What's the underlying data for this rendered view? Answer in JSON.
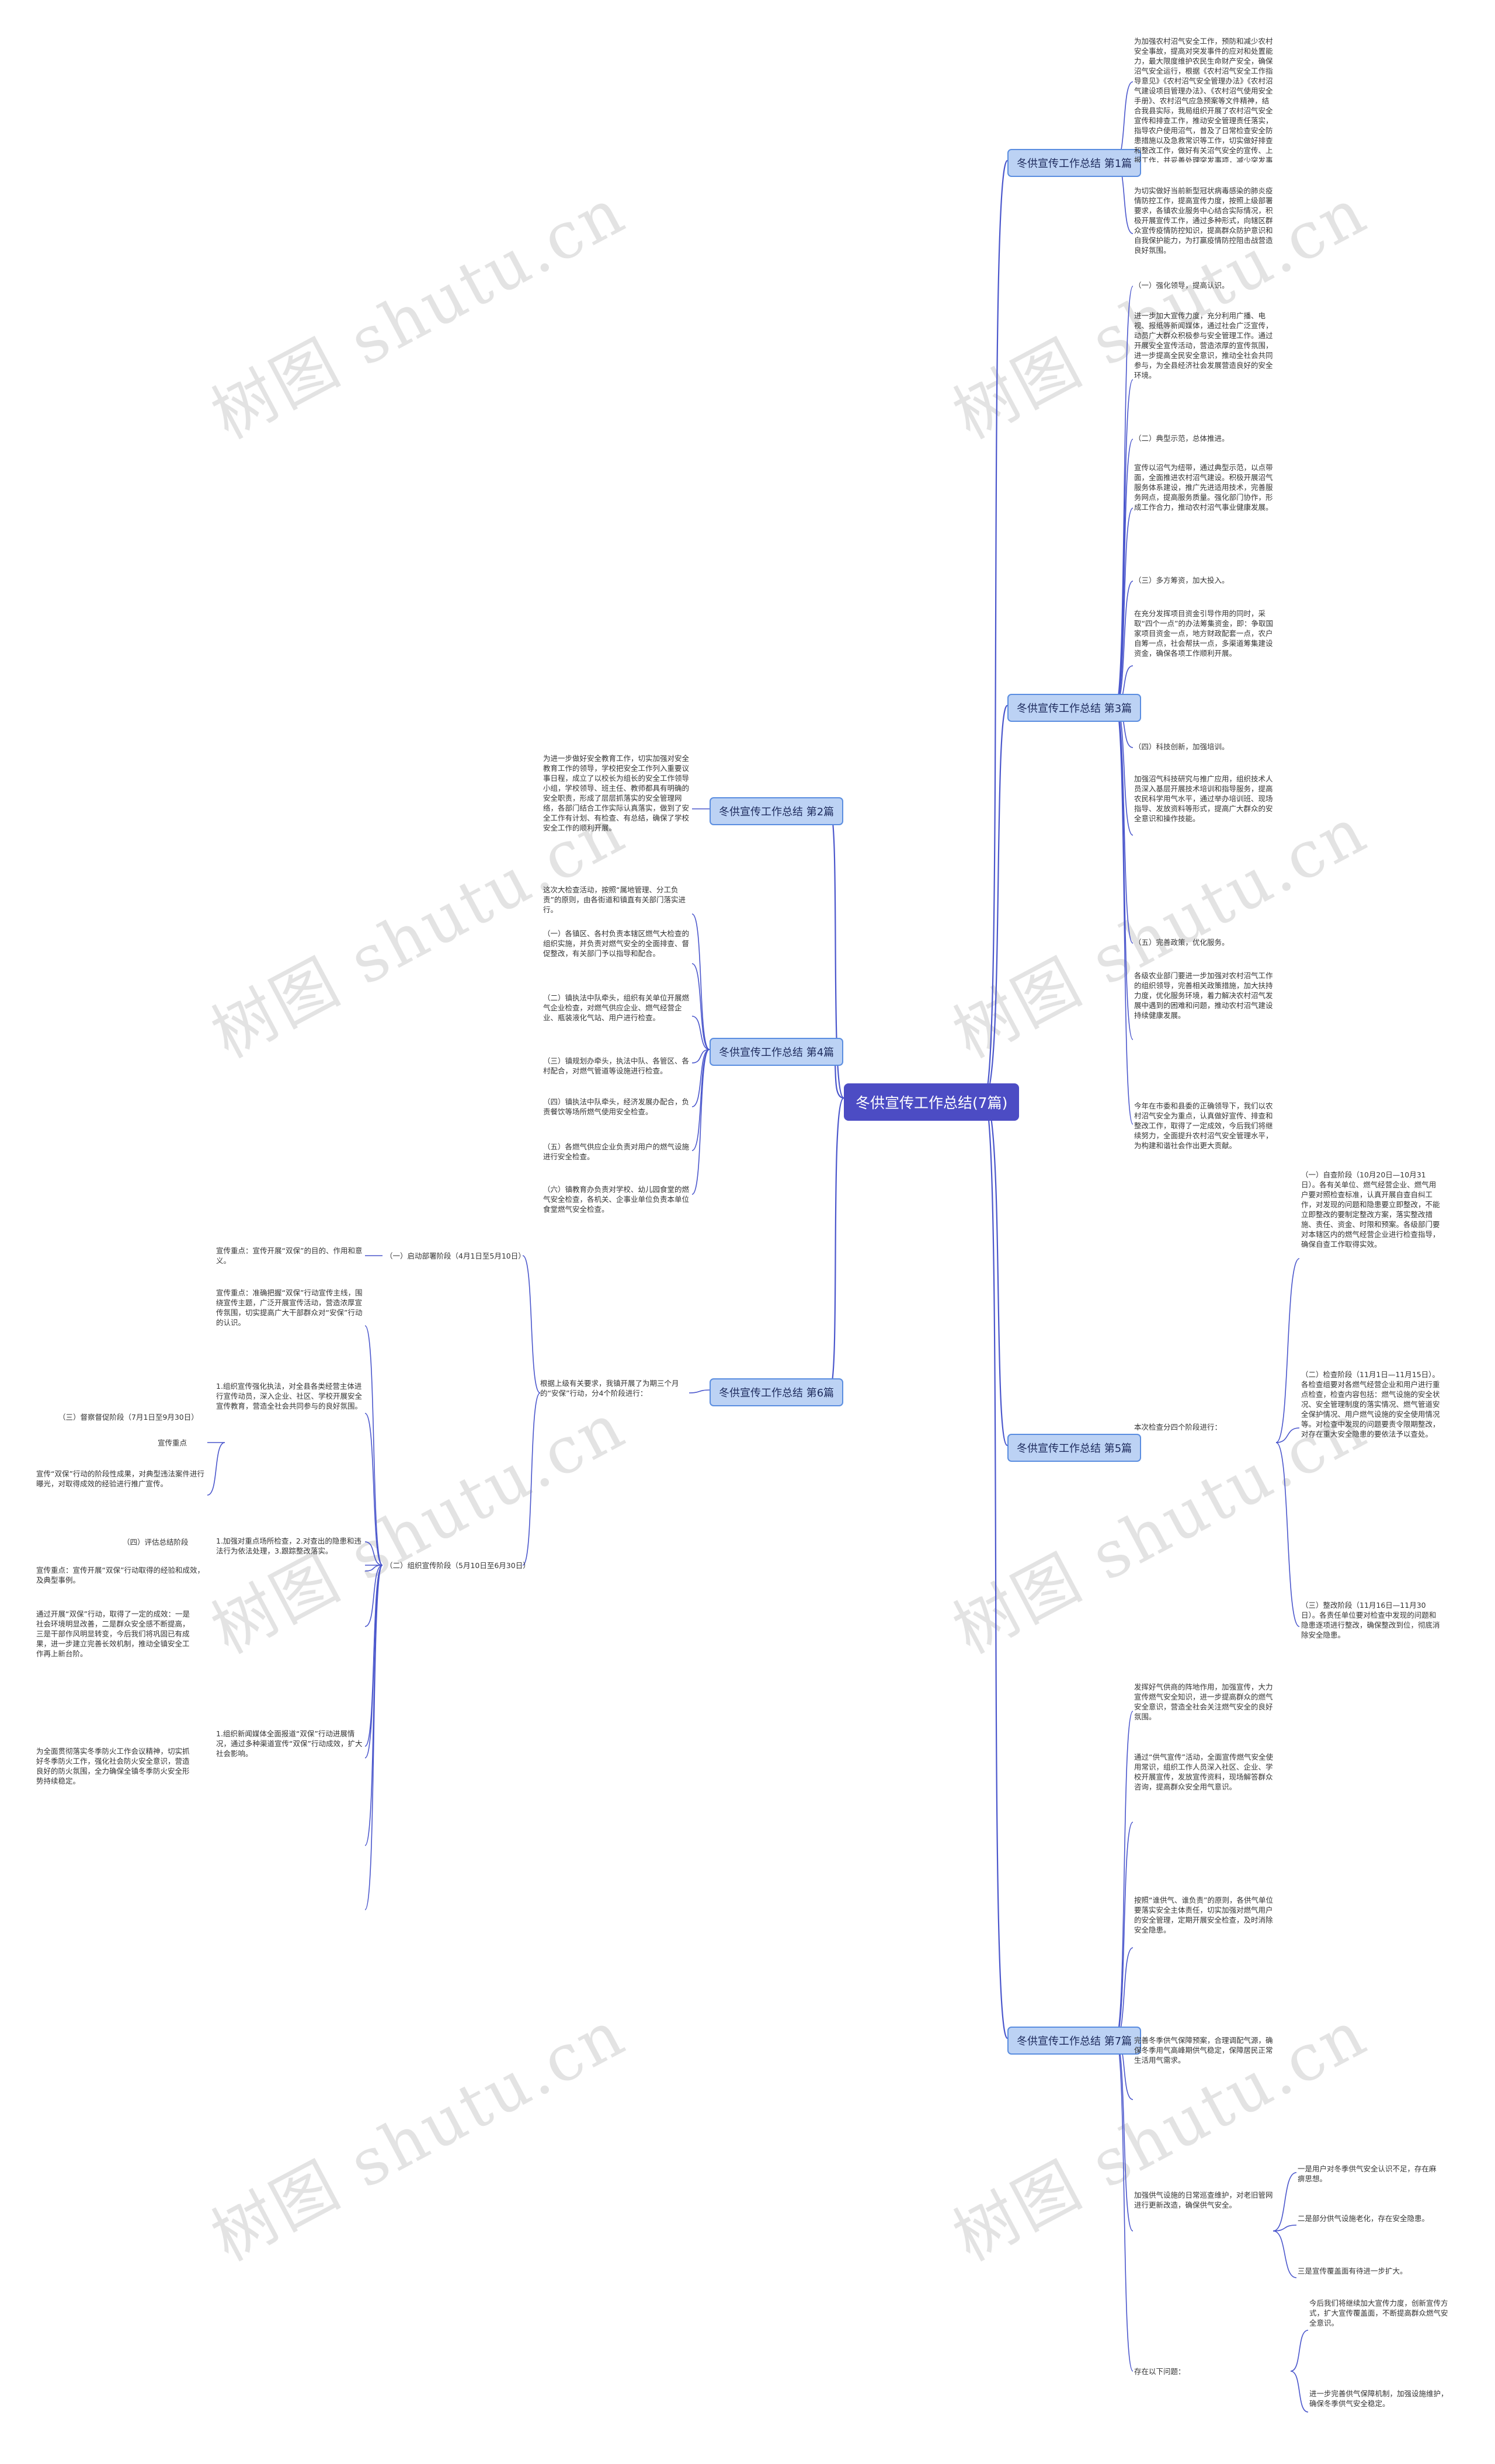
{
  "watermark": "树图 shutu.cn",
  "root": "冬供宣传工作总结(7篇)",
  "branches": {
    "b1": "冬供宣传工作总结 第1篇",
    "b2": "冬供宣传工作总结 第2篇",
    "b3": "冬供宣传工作总结 第3篇",
    "b4": "冬供宣传工作总结 第4篇",
    "b5": "冬供宣传工作总结 第5篇",
    "b6": "冬供宣传工作总结 第6篇",
    "b7": "冬供宣传工作总结 第7篇"
  },
  "b1": {
    "p1": "为加强农村沼气安全工作，预防和减少农村安全事故，提高对突发事件的应对和处置能力，最大限度维护农民生命财产安全，确保沼气安全运行，根据《农村沼气安全工作指导意见》《农村沼气安全管理办法》《农村沼气建设项目管理办法》、《农村沼气使用安全手册》、农村沼气应急预案等文件精神，结合我县实际，我局组织开展了农村沼气安全宣传和排查工作，推动安全管理责任落实，指导农户使用沼气，普及了日常检查安全防患措施以及急救常识等工作，切实做好排查和整改工作，做好有关沼气安全的宣传、上报工作，并妥善处理突发事项，减少突发事件造成的损失，最大限度保障了人民群众。",
    "p2": "为切实做好当前新型冠状病毒感染的肺炎疫情防控工作，提高宣传力度，按照上级部署要求，各镇农业服务中心结合实际情况，积极开展宣传工作，通过多种形式，向辖区群众宣传疫情防控知识，提高群众防护意识和自我保护能力，为打赢疫情防控阻击战营造良好氛围。"
  },
  "b3": {
    "h1": "（一）强化领导，提高认识。",
    "p1": "进一步加大宣传力度，充分利用广播、电视、报纸等新闻媒体，通过社会广泛宣传，动员广大群众积极参与安全管理工作。通过开展安全宣传活动，营造浓厚的宣传氛围，进一步提高全民安全意识，推动全社会共同参与，为全县经济社会发展营造良好的安全环境。",
    "h2": "（二）典型示范，总体推进。",
    "p2": "宣传以沼气为纽带，通过典型示范，以点带面，全面推进农村沼气建设。积极开展沼气服务体系建设，推广先进适用技术，完善服务网点，提高服务质量。强化部门协作，形成工作合力，推动农村沼气事业健康发展。",
    "h3": "（三）多方筹资，加大投入。",
    "p3": "在充分发挥项目资金引导作用的同时，采取“四个一点”的办法筹集资金，即：争取国家项目资金一点，地方财政配套一点，农户自筹一点，社会帮扶一点，多渠道筹集建设资金，确保各项工作顺利开展。",
    "h4": "（四）科技创新，加强培训。",
    "p4": "加强沼气科技研究与推广应用，组织技术人员深入基层开展技术培训和指导服务，提高农民科学用气水平，通过举办培训班、现场指导、发放资料等形式，提高广大群众的安全意识和操作技能。",
    "h5": "（五）完善政策，优化服务。",
    "p5": "各级农业部门要进一步加强对农村沼气工作的组织领导，完善相关政策措施，加大扶持力度，优化服务环境，着力解决农村沼气发展中遇到的困难和问题，推动农村沼气建设持续健康发展。",
    "p6": "今年在市委和县委的正确领导下，我们以农村沼气安全为重点，认真做好宣传、排查和整改工作，取得了一定成效，今后我们将继续努力，全面提升农村沼气安全管理水平，为构建和谐社会作出更大贡献。"
  },
  "b2": {
    "p1": "为进一步做好安全教育工作，切实加强对安全教育工作的领导，学校把安全工作列入重要议事日程，成立了以校长为组长的安全工作领导小组，学校领导、班主任、教师都具有明确的安全职责，形成了层层抓落实的安全管理网络，各部门结合工作实际认真落实，做到了安全工作有计划、有检查、有总结，确保了学校安全工作的顺利开展。"
  },
  "b4": {
    "intro": "这次大检查活动，按照“属地管理、分工负责”的原则，由各街道和镇直有关部门落实进行。",
    "i1": "（一）各镇区、各村负责本辖区燃气大检查的组织实施，并负责对燃气安全的全面排查、督促整改，有关部门予以指导和配合。",
    "i2": "（二）镇执法中队牵头，组织有关单位开展燃气企业检查，对燃气供应企业、燃气经营企业、瓶装液化气站、用户进行检查。",
    "i3": "（三）镇规划办牵头，执法中队、各管区、各村配合，对燃气管道等设施进行检查。",
    "i4": "（四）镇执法中队牵头，经济发展办配合，负责餐饮等场所燃气使用安全检查。",
    "i5": "（五）各燃气供应企业负责对用户的燃气设施进行安全检查。",
    "i6": "（六）镇教育办负责对学校、幼儿园食堂的燃气安全检查，各机关、企事业单位负责本单位食堂燃气安全检查。"
  },
  "b5": {
    "main": "本次检查分四个阶段进行：",
    "s1": "（一）自查阶段（10月20日—10月31日）。各有关单位、燃气经营企业、燃气用户要对照检查标准，认真开展自查自纠工作，对发现的问题和隐患要立即整改，不能立即整改的要制定整改方案，落实整改措施、责任、资金、时限和预案。各级部门要对本辖区内的燃气经营企业进行检查指导，确保自查工作取得实效。",
    "s2": "（二）检查阶段（11月1日—11月15日）。各检查组要对各燃气经营企业和用户进行重点检查，检查内容包括：燃气设施的安全状况、安全管理制度的落实情况、燃气管道安全保护情况、用户燃气设施的安全使用情况等。对检查中发现的问题要责令限期整改，对存在重大安全隐患的要依法予以查处。",
    "s3": "（三）整改阶段（11月16日—11月30日）。各责任单位要对检查中发现的问题和隐患逐项进行整改，确保整改到位，彻底消除安全隐患。"
  },
  "b6": {
    "main": "根据上级有关要求，我镇开展了为期三个月的“安保”行动，分4个阶段进行：",
    "s1": "（一）启动部署阶段（4月1日至5月10日）",
    "s1a": "宣传重点：宣传开展“双保”的目的、作用和意义。",
    "s1b": "宣传重点：准确把握“双保”行动宣传主线，围绕宣传主题，广泛开展宣传活动，营造浓厚宣传氛围，切实提高广大干部群众对“安保”行动的认识。",
    "s2": "（二）组织宣传阶段（5月10日至6月30日）",
    "s2a": "1.组织宣传强化执法，对全县各类经营主体进行宣传动员，深入企业、社区、学校开展安全宣传教育，营造全社会共同参与的良好氛围。",
    "s2b": "1.加强对重点场所检查，2.对查出的隐患和违法行为依法处理，3.跟踪整改落实。",
    "s2c": "1.组织新闻媒体全面报道“双保”行动进展情况，通过多种渠道宣传“双保”行动成效，扩大社会影响。",
    "s3": "（三）督察督促阶段（7月1日至9月30日）",
    "s3a": "宣传重点",
    "s3b": "宣传“双保”行动的阶段性成果，对典型违法案件进行曝光，对取得成效的经验进行推广宣传。",
    "s4": "（四）评估总结阶段",
    "s4a": "宣传重点：宣传开展“双保”行动取得的经验和成效，及典型事例。",
    "s4b": "通过开展“双保”行动，取得了一定的成效：一是社会环境明显改善，二是群众安全感不断提高，三是干部作风明显转变，今后我们将巩固已有成果，进一步建立完善长效机制，推动全镇安全工作再上新台阶。",
    "s4c": "为全面贯彻落实冬季防火工作会议精神，切实抓好冬季防火工作，强化社会防火安全意识，营造良好的防火氛围，全力确保全镇冬季防火安全形势持续稳定。"
  },
  "b7": {
    "p1": "发挥好气供商的阵地作用，加强宣传，大力宣传燃气安全知识，进一步提高群众的燃气安全意识，营造全社会关注燃气安全的良好氛围。",
    "p2": "通过“供气宣传”活动，全面宣传燃气安全使用常识，组织工作人员深入社区、企业、学校开展宣传，发放宣传资料，现场解答群众咨询，提高群众安全用气意识。",
    "p3": "按照“谁供气、谁负责”的原则，各供气单位要落实安全主体责任，切实加强对燃气用户的安全管理，定期开展安全检查，及时消除安全隐患。",
    "p4": "完善冬季供气保障预案，合理调配气源，确保冬季用气高峰期供气稳定，保障居民正常生活用气需求。",
    "p5": "加强供气设施的日常巡查维护，对老旧管网进行更新改造，确保供气安全。",
    "p6": "存在以下问题：",
    "q1": "一是用户对冬季供气安全认识不足，存在麻痹思想。",
    "q2": "二是部分供气设施老化，存在安全隐患。",
    "q3": "三是宣传覆盖面有待进一步扩大。",
    "r1": "今后我们将继续加大宣传力度，创新宣传方式，扩大宣传覆盖面，不断提高群众燃气安全意识。",
    "r2": "进一步完善供气保障机制，加强设施维护，确保冬季供气安全稳定。"
  }
}
